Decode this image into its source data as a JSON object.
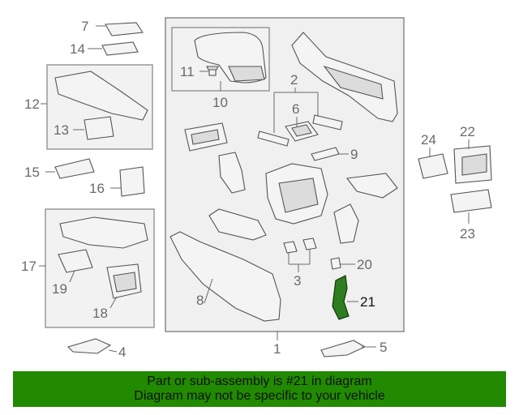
{
  "callouts": {
    "c1": "1",
    "c2": "2",
    "c3": "3",
    "c4": "4",
    "c5": "5",
    "c6": "6",
    "c7": "7",
    "c8": "8",
    "c9": "9",
    "c10": "10",
    "c11": "11",
    "c12": "12",
    "c13": "13",
    "c14": "14",
    "c15": "15",
    "c16": "16",
    "c17": "17",
    "c18": "18",
    "c19": "19",
    "c20": "20",
    "c21": "21",
    "c22": "22",
    "c23": "23",
    "c24": "24"
  },
  "highlighted_part": "21",
  "colors": {
    "banner_bg": "#218a00",
    "highlight_part": "#2e7d1f"
  },
  "banner": {
    "line1": "Part or sub-assembly is #21 in diagram",
    "line2": "Diagram may not be specific to your vehicle"
  }
}
